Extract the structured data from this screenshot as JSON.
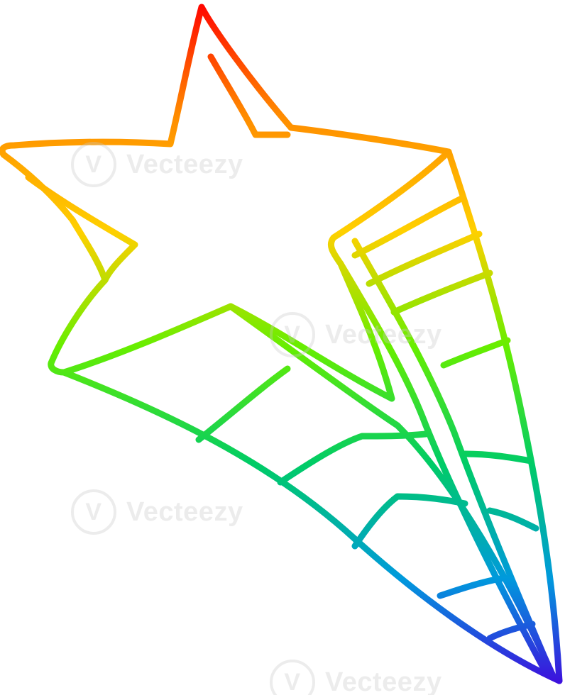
{
  "illustration": {
    "subject": "shooting-star",
    "stroke_gradient": [
      "#ff0000",
      "#ff8c00",
      "#ffd000",
      "#66ee00",
      "#00cc66",
      "#0099dd",
      "#4400dd"
    ]
  },
  "watermark": {
    "text": "Vecteezy",
    "logo_glyph": "V"
  }
}
